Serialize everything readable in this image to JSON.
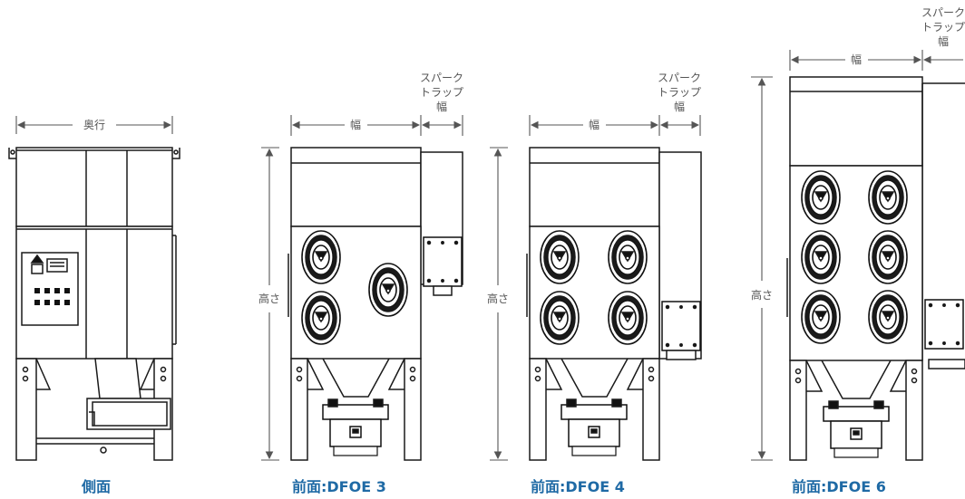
{
  "labels": {
    "depth": "奥行",
    "width": "幅",
    "height": "高さ",
    "spark_trap_line1": "スパーク",
    "spark_trap_line2": "トラップ",
    "spark_trap_line3": "幅"
  },
  "captions": {
    "side": "側面",
    "dfoe3": "前面:DFOE 3",
    "dfoe4": "前面:DFOE 4",
    "dfoe6": "前面:DFOE 6"
  },
  "colors": {
    "line": "#1a1a1a",
    "dimension": "#555555",
    "caption": "#1f6aa5"
  }
}
